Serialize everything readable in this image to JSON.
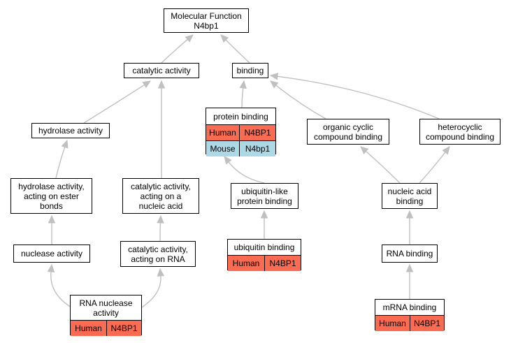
{
  "colors": {
    "edge": "#c0c0c0",
    "human": "#fb6b52",
    "mouse": "#add8e6",
    "border": "#000000"
  },
  "nodes": {
    "root": {
      "label": "Molecular Function\nN4bp1"
    },
    "catalytic": {
      "label": "catalytic activity"
    },
    "binding": {
      "label": "binding"
    },
    "hydrolase": {
      "label": "hydrolase activity"
    },
    "protein_binding": {
      "label": "protein binding",
      "species": [
        {
          "organism": "Human",
          "gene": "N4BP1"
        },
        {
          "organism": "Mouse",
          "gene": "N4bp1"
        }
      ]
    },
    "organic_cyclic": {
      "label": "organic cyclic\ncompound binding"
    },
    "heterocyclic": {
      "label": "heterocyclic\ncompound binding"
    },
    "hydrolase_ester": {
      "label": "hydrolase activity,\nacting on ester\nbonds"
    },
    "catalytic_nucleic": {
      "label": "catalytic activity,\nacting on a\nnucleic acid"
    },
    "ubiquitin_like": {
      "label": "ubiquitin-like\nprotein binding"
    },
    "nucleic_acid_binding": {
      "label": "nucleic acid\nbinding"
    },
    "nuclease": {
      "label": "nuclease activity"
    },
    "catalytic_rna": {
      "label": "catalytic activity,\nacting on RNA"
    },
    "ubiquitin_binding": {
      "label": "ubiquitin binding",
      "species": [
        {
          "organism": "Human",
          "gene": "N4BP1"
        }
      ]
    },
    "rna_binding": {
      "label": "RNA binding"
    },
    "rna_nuclease": {
      "label": "RNA nuclease\nactivity",
      "species": [
        {
          "organism": "Human",
          "gene": "N4BP1"
        }
      ]
    },
    "mrna_binding": {
      "label": "mRNA binding",
      "species": [
        {
          "organism": "Human",
          "gene": "N4BP1"
        }
      ]
    }
  },
  "edges": [
    {
      "from": "catalytic",
      "to": "root"
    },
    {
      "from": "binding",
      "to": "root"
    },
    {
      "from": "hydrolase",
      "to": "catalytic"
    },
    {
      "from": "catalytic_nucleic",
      "to": "catalytic"
    },
    {
      "from": "protein_binding",
      "to": "binding"
    },
    {
      "from": "organic_cyclic",
      "to": "binding"
    },
    {
      "from": "heterocyclic",
      "to": "binding"
    },
    {
      "from": "hydrolase_ester",
      "to": "hydrolase"
    },
    {
      "from": "nuclease",
      "to": "hydrolase_ester"
    },
    {
      "from": "catalytic_rna",
      "to": "catalytic_nucleic"
    },
    {
      "from": "ubiquitin_like",
      "to": "protein_binding"
    },
    {
      "from": "ubiquitin_binding",
      "to": "ubiquitin_like"
    },
    {
      "from": "nucleic_acid_binding",
      "to": "organic_cyclic"
    },
    {
      "from": "nucleic_acid_binding",
      "to": "heterocyclic"
    },
    {
      "from": "rna_binding",
      "to": "nucleic_acid_binding"
    },
    {
      "from": "mrna_binding",
      "to": "rna_binding"
    },
    {
      "from": "rna_nuclease",
      "to": "nuclease"
    },
    {
      "from": "rna_nuclease",
      "to": "catalytic_rna"
    }
  ]
}
